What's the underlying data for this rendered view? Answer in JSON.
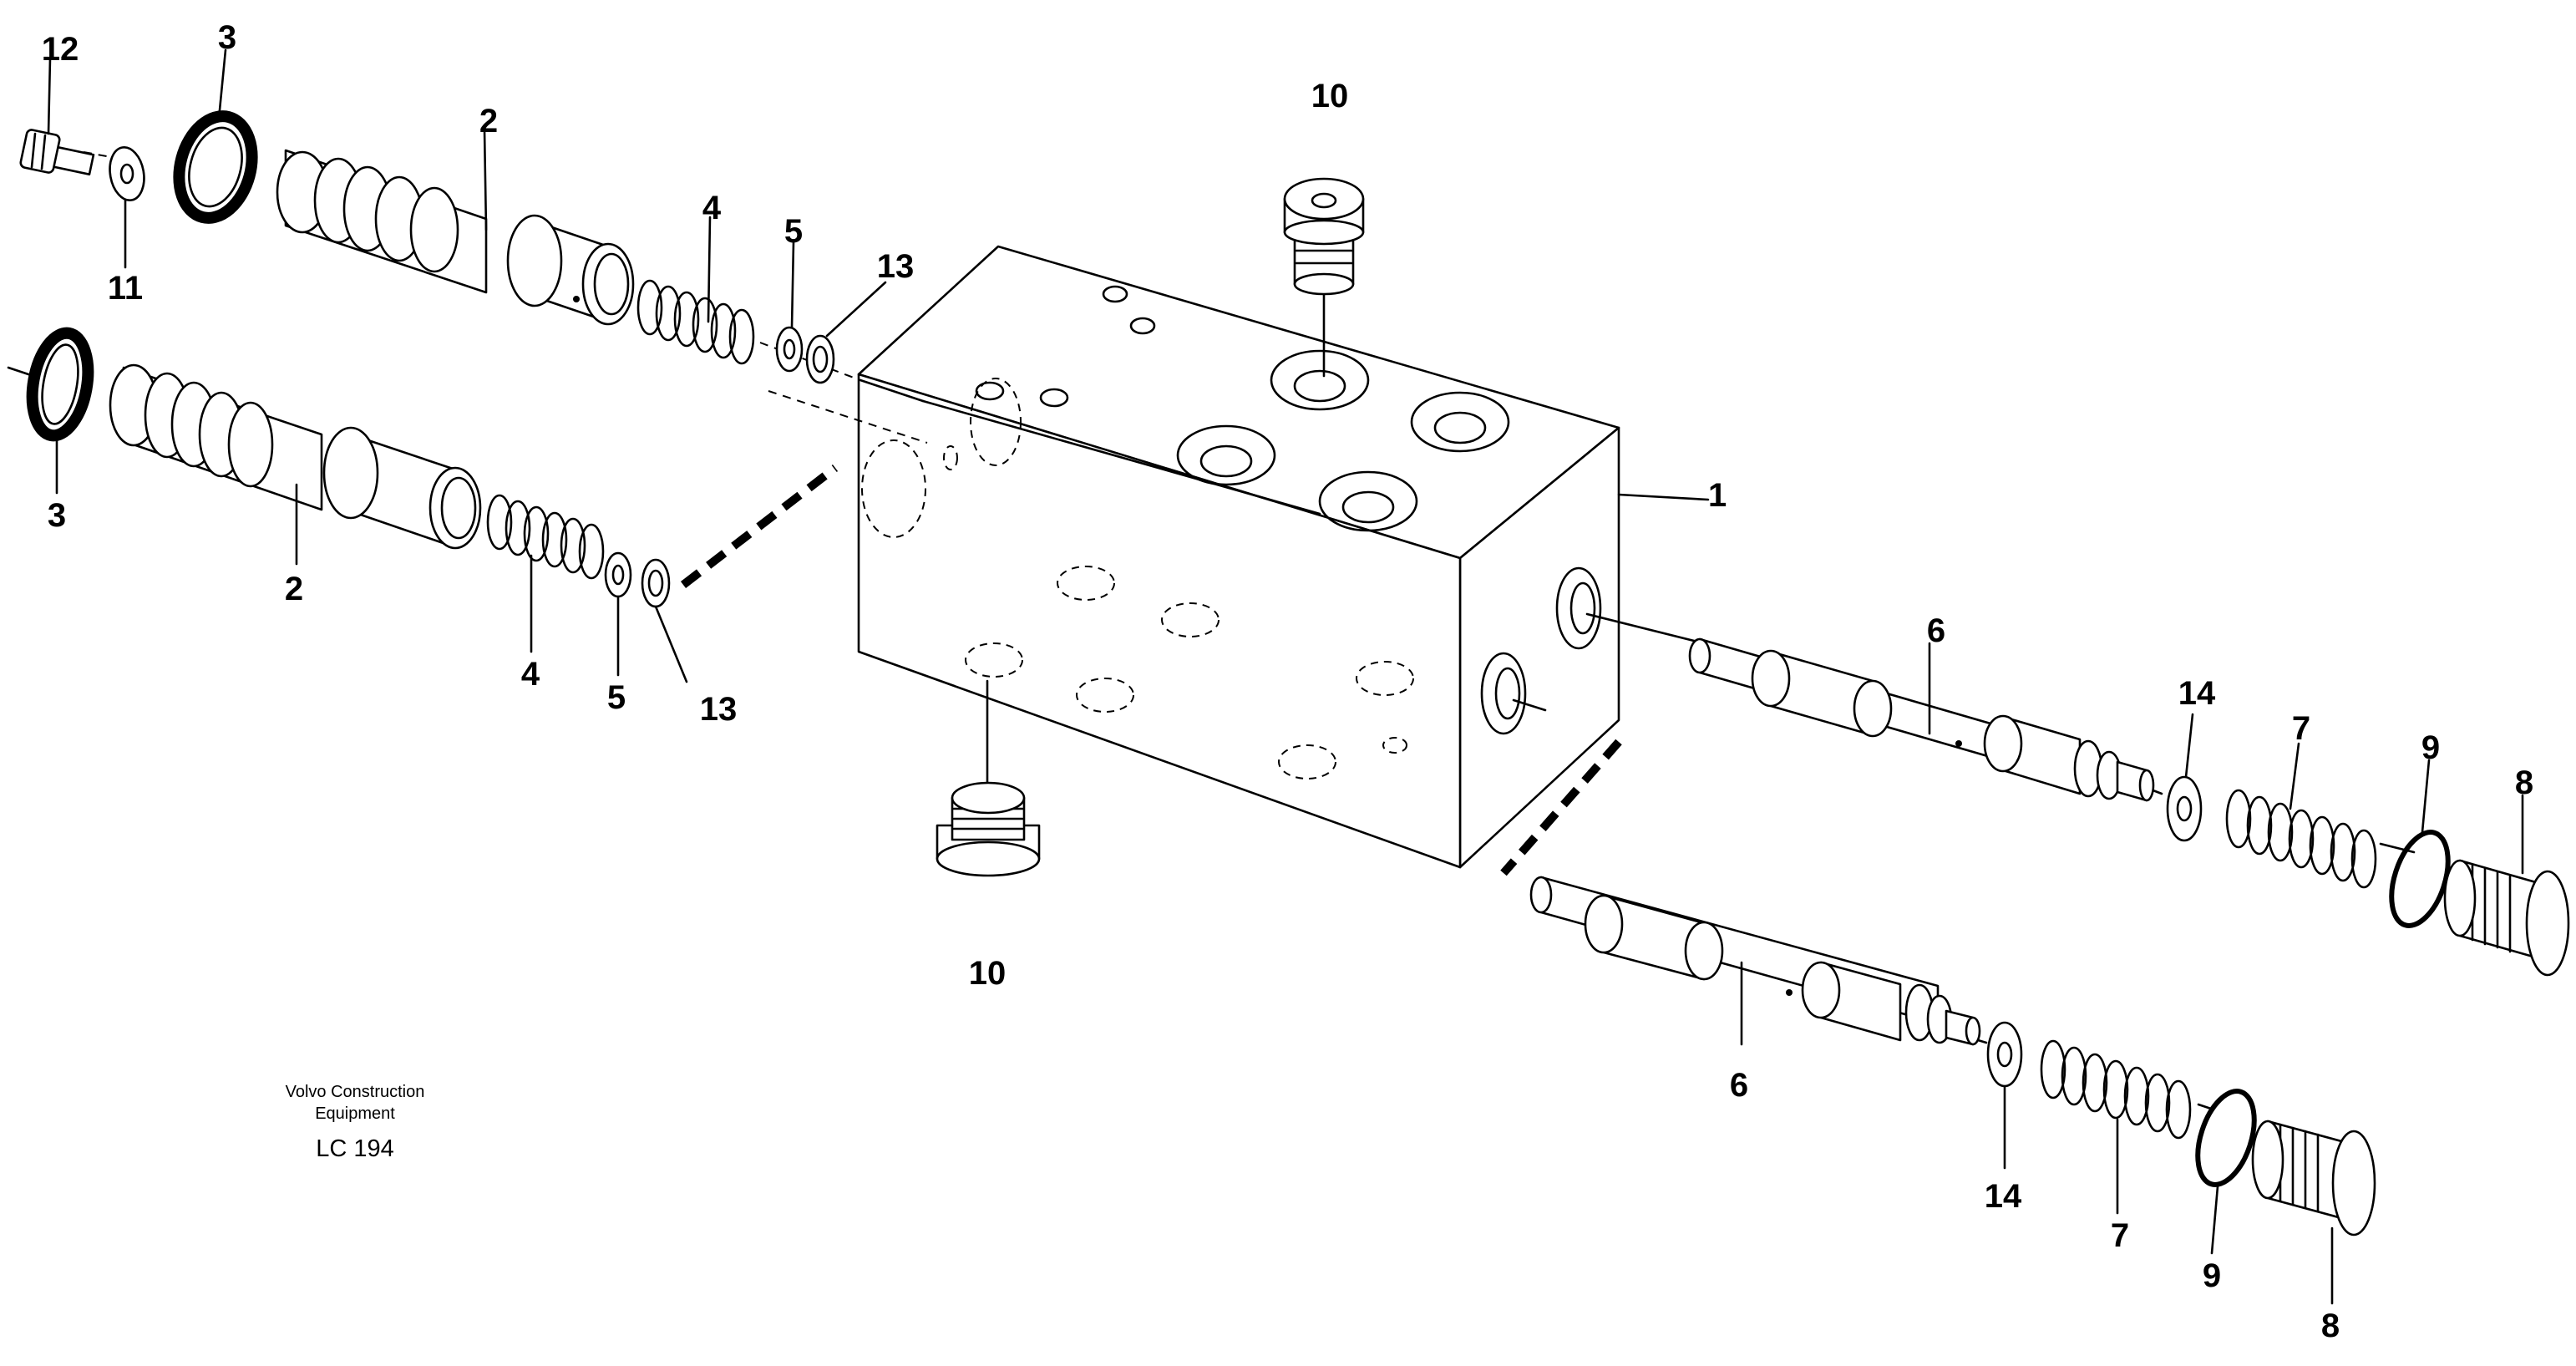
{
  "figure": {
    "publisher_line1": "Volvo Construction",
    "publisher_line2": "Equipment",
    "figure_code": "LC 194"
  },
  "callouts": {
    "housing": "1",
    "valve_sleeve_upper": "2",
    "valve_sleeve_lower": "2",
    "o_ring_upper": "3",
    "o_ring_lower": "3",
    "spring_upper": "4",
    "spring_lower": "4",
    "washer_upper": "5",
    "washer_lower": "5",
    "spool_upper": "6",
    "spool_lower": "6",
    "spring_right_upper": "7",
    "spring_right_lower": "7",
    "plug_upper": "8",
    "plug_lower": "8",
    "o_ring_right_upper": "9",
    "o_ring_right_lower": "9",
    "plug_top": "10",
    "plug_bottom": "10",
    "washer_small": "11",
    "screw": "12",
    "seal_upper": "13",
    "seal_lower": "13",
    "shim_upper": "14",
    "shim_lower": "14"
  }
}
